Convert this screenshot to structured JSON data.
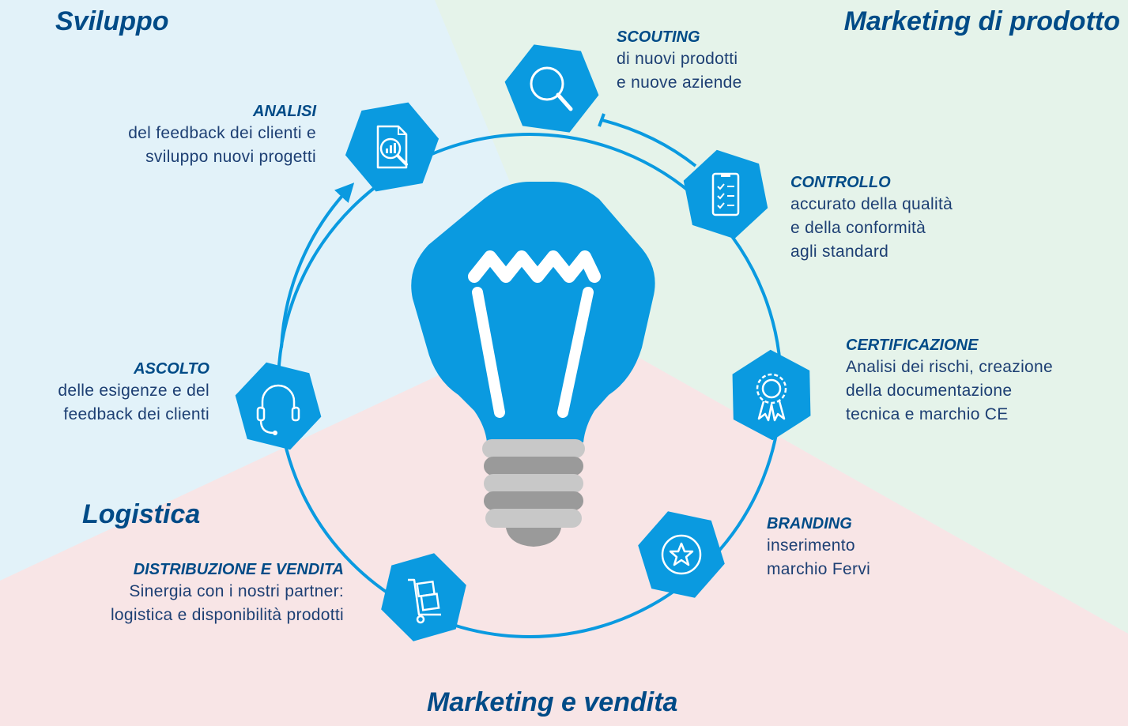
{
  "sections": {
    "sviluppo": "Sviluppo",
    "marketing_prodotto": "Marketing di prodotto",
    "logistica": "Logistica",
    "marketing_vendita": "Marketing e vendita"
  },
  "steps": {
    "scouting": {
      "title": "SCOUTING",
      "text": "di nuovi prodotti\ne nuove aziende"
    },
    "controllo": {
      "title": "CONTROLLO",
      "text": "accurato della qualità\ne della conformità\nagli standard"
    },
    "certificazione": {
      "title": "CERTIFICAZIONE",
      "text": "Analisi dei rischi, creazione\ndella documentazione\ntecnica e marchio CE"
    },
    "branding": {
      "title": "BRANDING",
      "text": "inserimento\nmarchio Fervi"
    },
    "distribuzione": {
      "title": "DISTRIBUZIONE E VENDITA",
      "text": "Sinergia con i nostri partner:\nlogistica e disponibilità prodotti"
    },
    "ascolto": {
      "title": "ASCOLTO",
      "text": "delle esigenze e del\nfeedback dei clienti"
    },
    "analisi": {
      "title": "ANALISI",
      "text": "del feedback dei clienti e\nsviluppo nuovi progetti"
    }
  },
  "icons": {
    "scouting": "magnifier-icon",
    "controllo": "checklist-icon",
    "certificazione": "award-rosette-icon",
    "branding": "star-icon",
    "distribuzione": "hand-truck-icon",
    "ascolto": "headset-icon",
    "analisi": "report-search-icon",
    "center": "lightbulb-icon"
  },
  "colors": {
    "accent": "#0a9ae0",
    "text_heading": "#004b87",
    "text_body": "#1d3f73",
    "zone_sviluppo": "#e2f2f9",
    "zone_marketing_prodotto": "#e5f3ea",
    "zone_marketing_vendita": "#f8e5e6",
    "bulb_base_light": "#c8c8c8",
    "bulb_base_dark": "#9a9a9a"
  }
}
